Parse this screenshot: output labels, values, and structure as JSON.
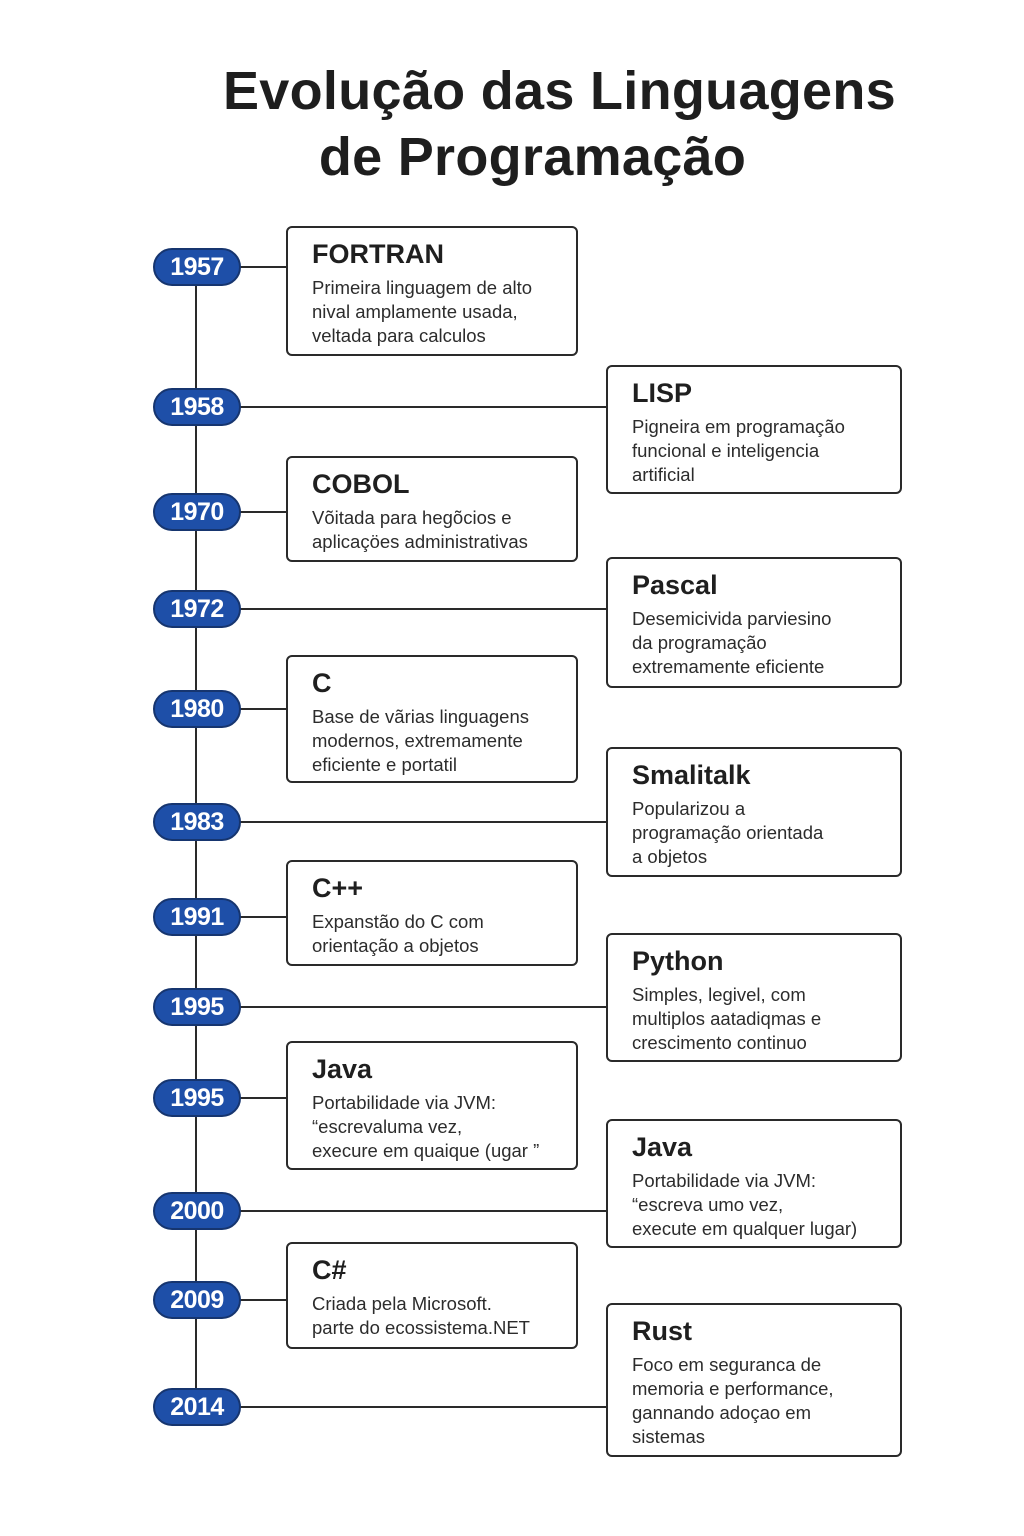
{
  "title": {
    "line1": "Evolução das Linguagens",
    "line2": "de Programação"
  },
  "colors": {
    "year_badge": "#1e4fa8",
    "year_badge_border": "#16356f",
    "line": "#2a2a2a"
  },
  "entries": [
    {
      "year": "1957",
      "side": "left",
      "name": "FORTRAN",
      "desc": "Primeira linguagem de alto\nnival amplamente usada,\nveltada para calculos"
    },
    {
      "year": "1958",
      "side": "right",
      "name": "LISP",
      "desc": "Pigneira em programação\nfuncional e inteligencia\nartificial"
    },
    {
      "year": "1970",
      "side": "left",
      "name": "COBOL",
      "desc": "Võitada para hegõcios e\naplicaçöes administrativas"
    },
    {
      "year": "1972",
      "side": "right",
      "name": "Pascal",
      "desc": "Desemicivida parviesino\nda programação\nextremamente eficiente"
    },
    {
      "year": "1980",
      "side": "left",
      "name": "C",
      "desc": "Base de vãrias linguagens\nmodernos, extremamente\neficiente e portatil"
    },
    {
      "year": "1983",
      "side": "right",
      "name": "Smalitalk",
      "desc": "Popularizou a\nprogramação  orientada\na objetos"
    },
    {
      "year": "1991",
      "side": "left",
      "name": "C++",
      "desc": "Expanstão do C com\norientação a objetos"
    },
    {
      "year": "1995",
      "side": "right",
      "name": "Python",
      "desc": "Simples, legivel, com\nmultiplos aatadiqmas e\ncrescimento continuo"
    },
    {
      "year": "1995",
      "side": "left",
      "name": "Java",
      "desc": "Portabilidade via JVM:\n“escrevaluma vez,\nexecure em quaique (ugar ”"
    },
    {
      "year": "2000",
      "side": "right",
      "name": "Java",
      "desc": "Portabilidade via JVM:\n“escreva umo vez,\nexecute em qualquer lugar)"
    },
    {
      "year": "2009",
      "side": "left",
      "name": "C#",
      "desc": "Criada pela Microsoft.\nparte do ecossistema.NET"
    },
    {
      "year": "2014",
      "side": "right",
      "name": "Rust",
      "desc": "Foco em seguranca de\nmemoria e performance,\ngannando adoçao em\nsistemas"
    }
  ]
}
